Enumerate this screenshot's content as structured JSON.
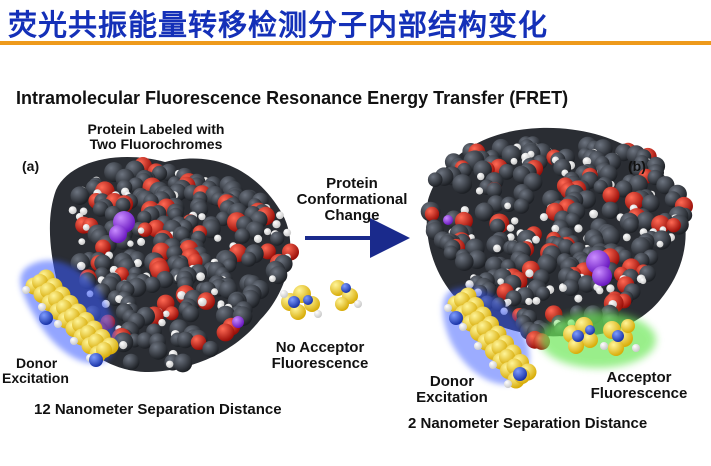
{
  "slide_title": "荧光共振能量转移检测分子内部结构变化",
  "figure": {
    "title": "Intramolecular Fluorescence Resonance Energy Transfer (FRET)",
    "panel_a": {
      "letter": "(a)",
      "protein_label_line1": "Protein Labeled with",
      "protein_label_line2": "Two Fluorochromes",
      "donor_line1": "Donor",
      "donor_line2": "Excitation",
      "acceptor_line1": "No Acceptor",
      "acceptor_line2": "Fluorescence",
      "distance": "12 Nanometer Separation Distance"
    },
    "arrow_label": {
      "line1": "Protein",
      "line2": "Conformational",
      "line3": "Change"
    },
    "panel_b": {
      "letter": "(b)",
      "donor_line1": "Donor",
      "donor_line2": "Excitation",
      "acceptor_line1": "Acceptor",
      "acceptor_line2": "Fluorescence",
      "distance": "2 Nanometer Separation Distance"
    }
  },
  "colors": {
    "title": "#1430b8",
    "rule": "#ee9a1c",
    "arrow": "#1a2a8c",
    "donor": "#f2d21a",
    "acceptor_glow": "#6ee85a",
    "carbon": "#2e3238",
    "oxygen": "#cc1a10",
    "hydrogen": "#f4f4f4",
    "marker": "#8a2ce0",
    "nitrogen": "#2a50d8"
  }
}
